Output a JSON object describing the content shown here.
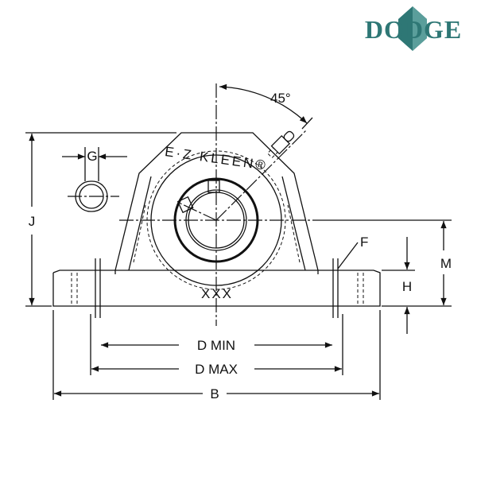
{
  "logo": {
    "text": "DODGE",
    "color_dark": "#2e7775",
    "color_light": "#5a9e9b"
  },
  "housing": {
    "brand_text": "E·Z KLEEN®",
    "marking": "XXX"
  },
  "dimensions": {
    "angle": "45°",
    "g": "G",
    "j": "J",
    "f": "F",
    "m": "M",
    "h": "H",
    "d_min": "D MIN",
    "d_max": "D MAX",
    "b": "B"
  }
}
